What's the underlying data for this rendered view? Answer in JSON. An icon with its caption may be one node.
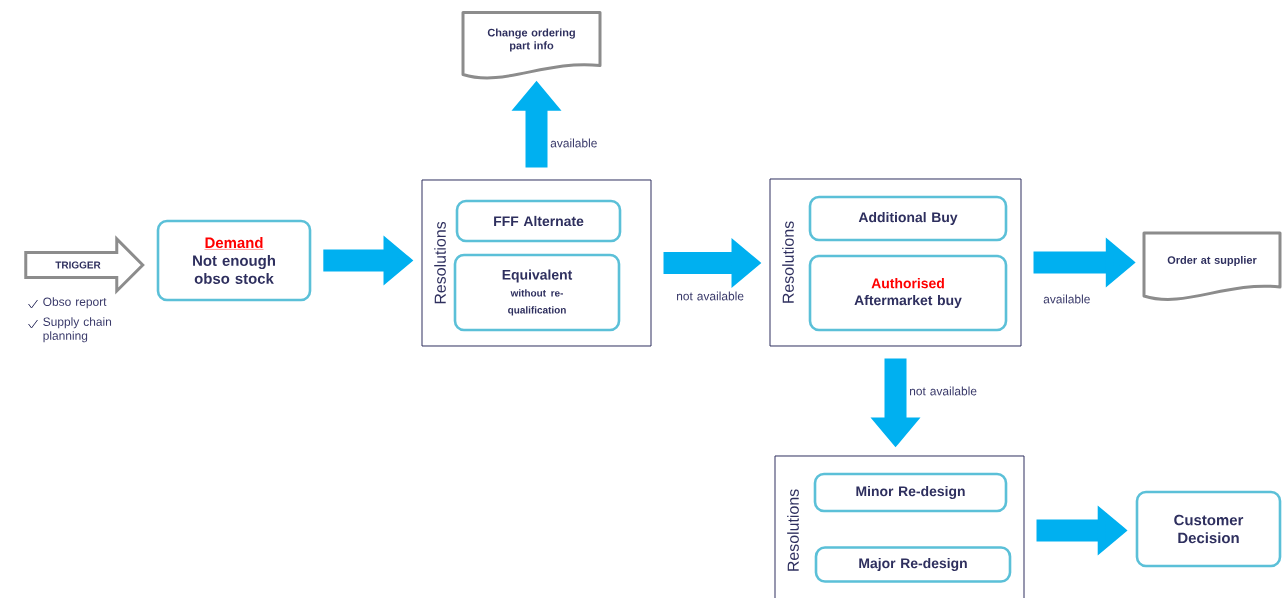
{
  "diagram": {
    "nodes": [
      {
        "text": [
          "TRIGGER"
        ],
        "beside": [
          "Obso report",
          "Supply chain planning"
        ]
      },
      {
        "text": [
          "Demand",
          "Not enough obso stock"
        ]
      },
      {
        "text": [
          "Resolutions"
        ]
      },
      {
        "text": [
          "FFF Alternate"
        ],
        "in": 2
      },
      {
        "text": [
          "Equivalent",
          "without re-qualification"
        ],
        "in": 2
      },
      {
        "text": [
          "Change ordering part info"
        ]
      },
      {
        "text": [
          "Resolutions"
        ]
      },
      {
        "text": [
          "Additional Buy"
        ],
        "in": 6
      },
      {
        "text": [
          "Authorised",
          "Aftermarket buy"
        ],
        "in": 6
      },
      {
        "text": [
          "Order at supplier"
        ]
      },
      {
        "text": [
          "Resolutions"
        ]
      },
      {
        "text": [
          "Minor Re-design"
        ],
        "in": 10
      },
      {
        "text": [
          "Major Re-design"
        ],
        "in": 10
      },
      {
        "text": [
          "Customer Decision"
        ]
      }
    ],
    "edges": [
      {
        "from": 1,
        "to": 2,
        "arrow": "to"
      },
      {
        "from": 2,
        "to": 5,
        "arrow": "to",
        "label": "available"
      },
      {
        "from": 2,
        "to": 6,
        "arrow": "to",
        "label": "not available"
      },
      {
        "from": 6,
        "to": 9,
        "arrow": "to",
        "label": "available"
      },
      {
        "from": 6,
        "to": 10,
        "arrow": "to",
        "label": "not available"
      },
      {
        "from": 10,
        "to": 13,
        "arrow": "to"
      }
    ]
  }
}
